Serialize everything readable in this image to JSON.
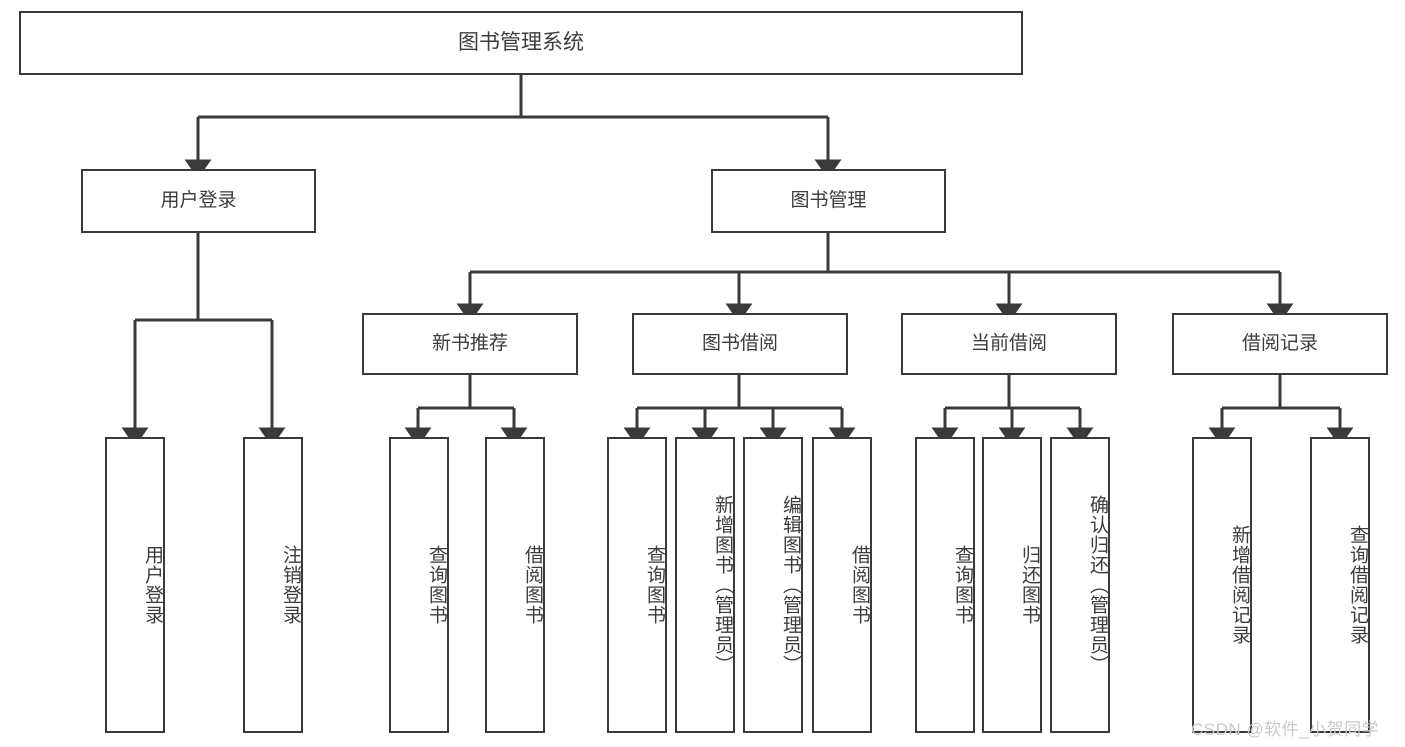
{
  "diagram": {
    "title": "图书管理系统",
    "type": "hierarchy-tree",
    "root": {
      "id": "root",
      "label": "图书管理系统"
    },
    "level1": [
      {
        "id": "user-login",
        "label": "用户登录"
      },
      {
        "id": "book-manage",
        "label": "图书管理"
      }
    ],
    "level2": [
      {
        "id": "new-book-rec",
        "label": "新书推荐"
      },
      {
        "id": "book-borrow",
        "label": "图书借阅"
      },
      {
        "id": "current-borrow",
        "label": "当前借阅"
      },
      {
        "id": "borrow-record",
        "label": "借阅记录"
      }
    ],
    "leaves": {
      "user_login": [
        {
          "id": "leaf-user-login",
          "label": "用户登录"
        },
        {
          "id": "leaf-user-logout",
          "label": "注销登录"
        }
      ],
      "new_book_rec": [
        {
          "id": "leaf-query-book-1",
          "label": "查询图书"
        },
        {
          "id": "leaf-borrow-book-1",
          "label": "借阅图书"
        }
      ],
      "book_borrow": [
        {
          "id": "leaf-query-book-2",
          "label": "查询图书"
        },
        {
          "id": "leaf-add-book",
          "label": "新增图书（管理员）"
        },
        {
          "id": "leaf-edit-book",
          "label": "编辑图书（管理员）"
        },
        {
          "id": "leaf-borrow-book-2",
          "label": "借阅图书"
        }
      ],
      "current_borrow": [
        {
          "id": "leaf-query-book-3",
          "label": "查询图书"
        },
        {
          "id": "leaf-return-book",
          "label": "归还图书"
        },
        {
          "id": "leaf-confirm-return",
          "label": "确认归还（管理员）"
        }
      ],
      "borrow_record": [
        {
          "id": "leaf-add-record",
          "label": "新增借阅记录"
        },
        {
          "id": "leaf-query-record",
          "label": "查询借阅记录"
        }
      ]
    }
  },
  "watermark": {
    "text": "CSDN @软件_小贺同学"
  },
  "colors": {
    "stroke": "#3a3a3a",
    "text": "#3c3c3c",
    "background": "#ffffff",
    "watermark": "#c9c9c9"
  }
}
